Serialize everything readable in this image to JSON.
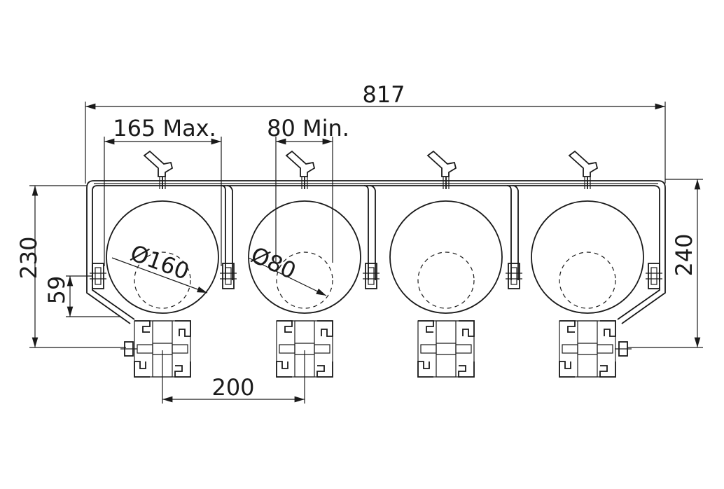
{
  "dimensions": {
    "overall_width": "817",
    "max_diameter_spacing": "165 Max.",
    "min_diameter_spacing": "80 Min.",
    "height_left": "230",
    "height_right": "240",
    "bracket_offset": "59",
    "profile_spacing": "200",
    "diameter_large": "Ø160",
    "diameter_small": "Ø80"
  },
  "colors": {
    "line": "#1a1a1a",
    "background": "#ffffff"
  }
}
